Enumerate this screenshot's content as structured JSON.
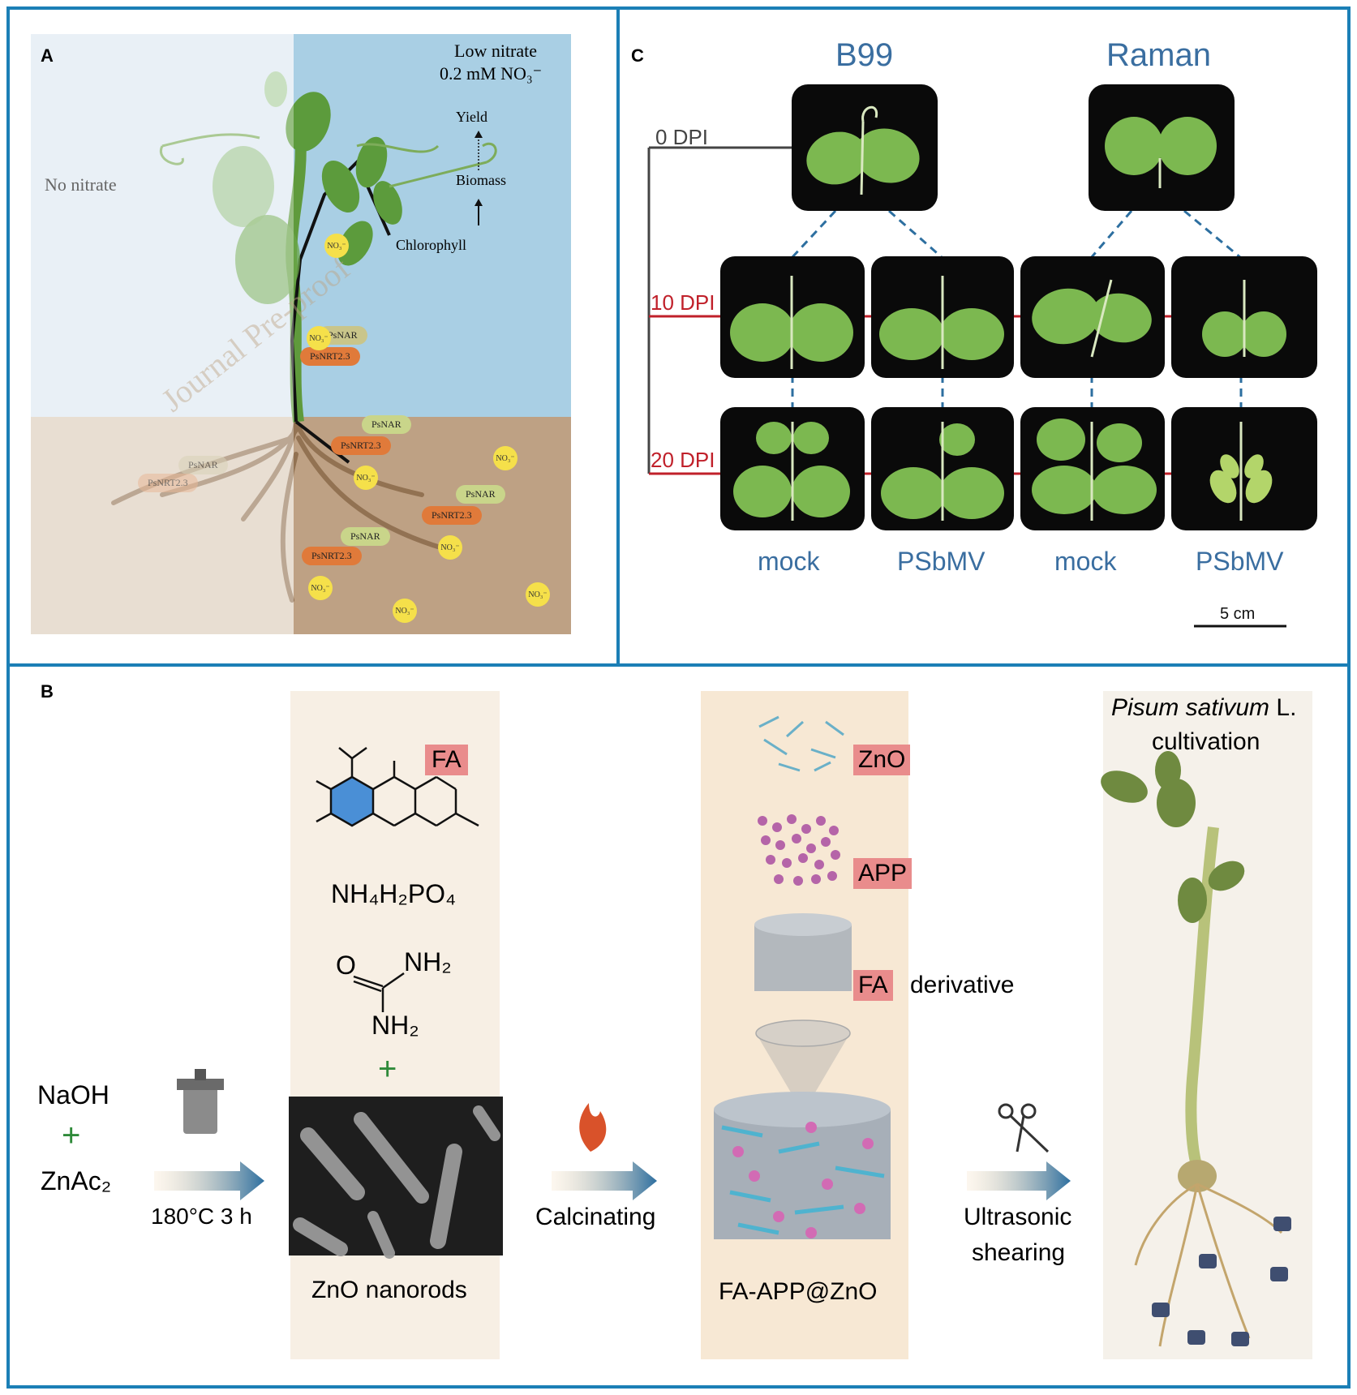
{
  "panelA": {
    "letter": "A",
    "low_nitrate_line1": "Low nitrate",
    "low_nitrate_line2": "0.2 mM NO₃⁻",
    "no_nitrate": "No nitrate",
    "yield": "Yield",
    "biomass": "Biomass",
    "chlorophyll": "Chlorophyll",
    "psnar": "PsNAR",
    "psnrt": "PsNRT2.3",
    "no3": "NO₃⁻",
    "watermark": "Journal Pre-proof"
  },
  "panelB": {
    "letter": "B",
    "naoh": "NaOH",
    "plus": "+",
    "znac2": "ZnAc₂",
    "temp": "180°C 3 h",
    "fa_tag": "FA",
    "nh4": "NH₄H₂PO₄",
    "urea_o": "O",
    "urea_nh2_top": "NH₂",
    "urea_nh2_bottom": "NH₂",
    "plus2": "+",
    "zno_nanorods": "ZnO nanorods",
    "calcinating": "Calcinating",
    "zno_tag": "ZnO",
    "app_tag": "APP",
    "fa_tag2": "FA",
    "derivative": "derivative",
    "product": "FA-APP@ZnO",
    "ultrasonic_line1": "Ultrasonic",
    "ultrasonic_line2": "shearing",
    "pisum_italic": "Pisum sativum",
    "pisum_l": " L.",
    "cultivation": "cultivation"
  },
  "panelC": {
    "letter": "C",
    "b99": "B99",
    "raman": "Raman",
    "dpi0": "0 DPI",
    "dpi10": "10 DPI",
    "dpi20": "20 DPI",
    "mock1": "mock",
    "psbmv1": "PSbMV",
    "mock2": "mock",
    "psbmv2": "PSbMV",
    "scale": "5 cm"
  },
  "colors": {
    "frame": "#1b7fb6",
    "sky": "#b9daea",
    "soil": "#c4a88a",
    "orange_pill": "#e07a3a",
    "yellow_circle": "#f5e04a",
    "red_tag": "#e98c8c",
    "leaf_green": "#7cb850",
    "timeline_red": "#c0202a"
  }
}
